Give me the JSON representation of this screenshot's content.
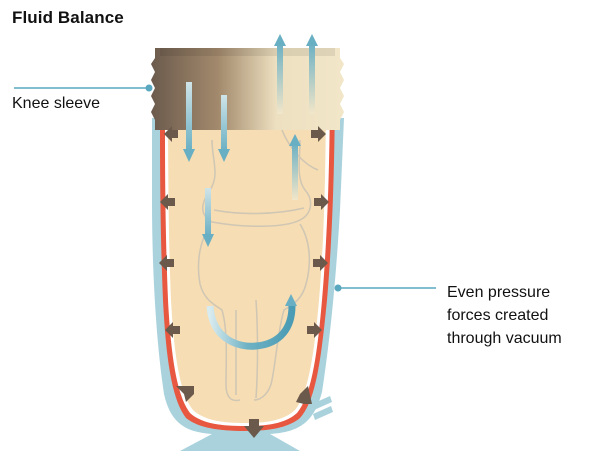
{
  "title": "Fluid Balance",
  "labels": {
    "knee_sleeve": "Knee sleeve",
    "pressure_line1": "Even pressure",
    "pressure_line2": "forces created",
    "pressure_line3": "through vacuum"
  },
  "colors": {
    "skin": "#f6ddb3",
    "liner_red": "#e8573f",
    "socket_blue": "#a9d2dd",
    "sleeve_dark": "#6b5a4c",
    "arrow_blue": "#69afc3",
    "arrow_brown": "#6b5a4c",
    "leader_line": "#5aa7c0",
    "bone_outline": "#cfc6b4"
  },
  "icons": {
    "fluid_out": "arrow-up-icon",
    "fluid_in": "arrow-down-icon",
    "pressure": "pressure-arrow-icon",
    "circulation": "curved-arrow-icon"
  }
}
